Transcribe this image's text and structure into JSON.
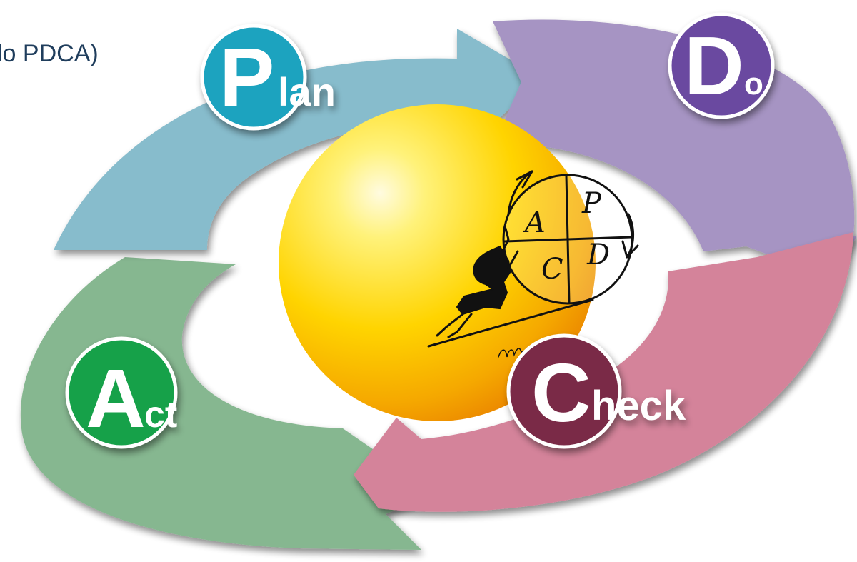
{
  "title": "lo PDCA)",
  "phases": [
    {
      "initial": "P",
      "rest": "lan",
      "color": "#1ea3bf",
      "arrow_color": "#86bccc"
    },
    {
      "initial": "D",
      "rest": "o",
      "color": "#6a4aa0",
      "arrow_color": "#a08fc0"
    },
    {
      "initial": "C",
      "rest": "heck",
      "color": "#7a2a46",
      "arrow_color": "#d4809a"
    },
    {
      "initial": "A",
      "rest": "ct",
      "color": "#16a14a",
      "arrow_color": "#7fb38d"
    }
  ],
  "sketch": {
    "quadrants": [
      "A",
      "P",
      "C",
      "D"
    ],
    "signature": "hoff"
  },
  "colors": {
    "title": "#1f3d5c",
    "sphere_light": "#fff7a8",
    "sphere_mid": "#ffd400",
    "sphere_dark": "#f08a00"
  }
}
